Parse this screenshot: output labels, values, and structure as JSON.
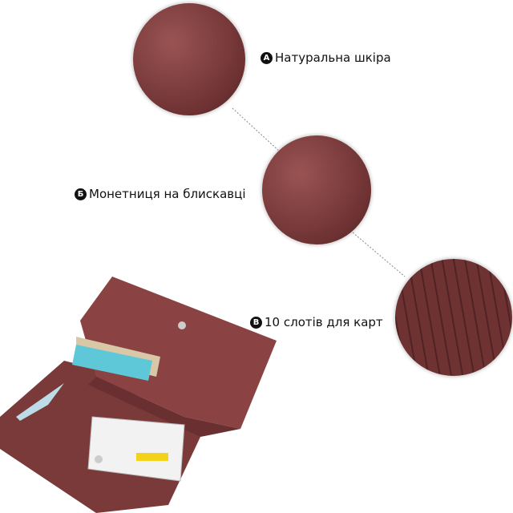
{
  "features": [
    {
      "badge": "A",
      "text": "Натуральна шкіра"
    },
    {
      "badge": "Б",
      "text": "Монетниця на блискавці"
    },
    {
      "badge": "В",
      "text": "10 слотів для карт"
    }
  ],
  "colors": {
    "leather": "#7a3a3a",
    "text": "#111111"
  }
}
